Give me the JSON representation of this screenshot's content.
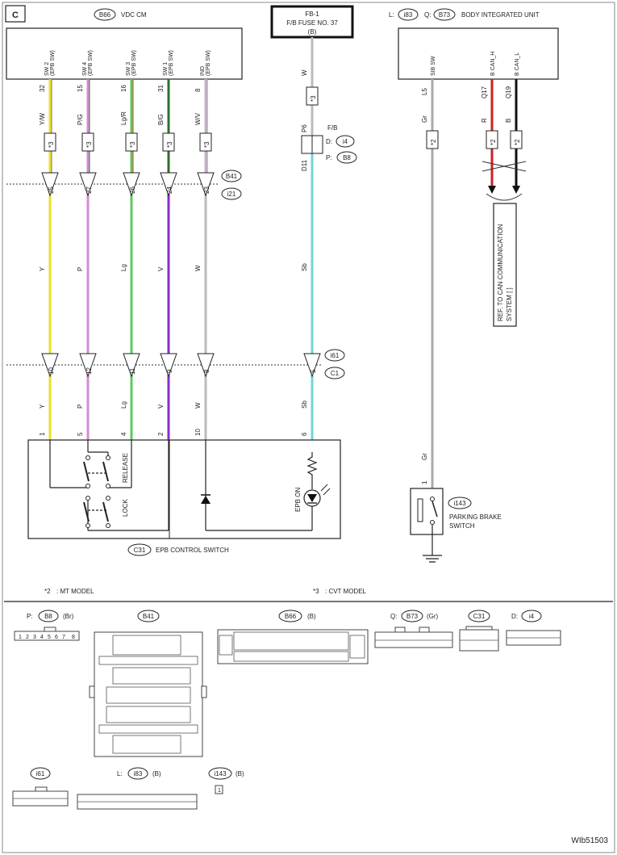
{
  "page": {
    "section_letter": "C",
    "drawing_id": "WIb51503"
  },
  "modules": {
    "vdc_cm": {
      "connector": "B66",
      "name": "VDC CM"
    },
    "fuse": {
      "line1": "FB-1",
      "line2": "F/B FUSE NO. 37",
      "line3": "(B)"
    },
    "biu": {
      "prefix_l": "L:",
      "conn_l": "i83",
      "prefix_q": "Q:",
      "conn_q": "B73",
      "name": "BODY INTEGRATED UNIT"
    },
    "epb_switch": {
      "connector": "C31",
      "name": "EPB CONTROL SWITCH",
      "release_label": "RELEASE",
      "lock_label": "LOCK",
      "epb_on_label": "EPB ON"
    },
    "parking_brake": {
      "connector": "i143",
      "name_line1": "PARKING BRAKE",
      "name_line2": "SWITCH"
    },
    "can_ref": {
      "line1": "REF. TO CAN COMMUNICATION",
      "line2": "SYSTEM [ ]"
    },
    "fb_block": {
      "label": "F/B",
      "d_prefix": "D:",
      "d_conn": "i4",
      "p_prefix": "P:",
      "p_conn": "B8"
    }
  },
  "junctions": {
    "top_upper": "B41",
    "top_lower": "i21",
    "bottom_upper": "i61",
    "bottom_lower": "C1"
  },
  "wires": [
    {
      "key": "w1",
      "color": "#e8e02a",
      "stripe": "#777777",
      "pin_name": "SW 2",
      "pin_sub": "(EPB SW)",
      "pin_no": "32",
      "top_code": "Y/W",
      "mark": "*3",
      "j_top": "25",
      "mid_code": "Y",
      "j_bot": "10",
      "bot_code": "Y",
      "sw_pin": "1"
    },
    {
      "key": "w2",
      "color": "#d38bd6",
      "stripe": "#3c7a3c",
      "pin_name": "SW 4",
      "pin_sub": "(EPB SW)",
      "pin_no": "15",
      "top_code": "P/G",
      "mark": "*3",
      "j_top": "27",
      "mid_code": "P",
      "j_bot": "12",
      "bot_code": "P",
      "sw_pin": "5"
    },
    {
      "key": "w3",
      "color": "#5ec85e",
      "stripe": "#d04a30",
      "pin_name": "SW 3",
      "pin_sub": "(EPB SW)",
      "pin_no": "16",
      "top_code": "Lg/R",
      "mark": "*3",
      "j_top": "26",
      "mid_code": "Lg",
      "j_bot": "11",
      "bot_code": "Lg",
      "sw_pin": "4"
    },
    {
      "key": "w4",
      "color": "#8a2ccf",
      "stripe": "#2f6d2f",
      "pin_name": "SW 1",
      "pin_sub": "(EPB SW)",
      "pin_no": "31",
      "top_code": "B/G",
      "mark": "*3",
      "j_top": "24",
      "mid_code": "V",
      "j_bot": "9",
      "bot_code": "V",
      "sw_pin": "2"
    },
    {
      "key": "w5",
      "color": "#bbbbbb",
      "stripe": "#c27ad0",
      "pin_name": "IND",
      "pin_sub": "(EPB SW)",
      "pin_no": "8",
      "top_code": "W/V",
      "mark": "*3",
      "j_top": "23",
      "mid_code": "W",
      "j_bot": "8",
      "bot_code": "W",
      "sw_pin": "10"
    },
    {
      "key": "w6",
      "color": "#6fd6d6",
      "fuse_code": "W",
      "mark": "*3",
      "top_pin": "P6",
      "bot_pin": "D11",
      "mid_code": "Sb",
      "j_bot": "5",
      "bot_code": "Sb",
      "sw_pin": "6"
    },
    {
      "key": "w7",
      "color": "#aaaaaa",
      "pin_name": "SIB SW",
      "pin_no": "L5",
      "top_code": "Gr",
      "mark": "*2",
      "mid_code": "Gr",
      "sw_pin": "1"
    },
    {
      "key": "w8",
      "color": "#cc2222",
      "pin_name": "B CAN_H",
      "pin_no": "Q17",
      "top_code": "R",
      "mark": "*2"
    },
    {
      "key": "w9",
      "color": "#111111",
      "pin_name": "B CAN_L",
      "pin_no": "Q19",
      "top_code": "B",
      "mark": "*2"
    }
  ],
  "notes": {
    "mt": ": MT MODEL",
    "mt_mark": "*2",
    "cvt": ": CVT MODEL",
    "cvt_mark": "*3"
  },
  "connector_views": [
    {
      "key": "b8",
      "prefix": "P:",
      "name": "B8",
      "suffix": "(Br)",
      "pins": [
        "1",
        "2",
        "3",
        "4",
        "5",
        "6",
        "7",
        "8"
      ]
    },
    {
      "key": "b41",
      "name": "B41"
    },
    {
      "key": "b66",
      "name": "B66",
      "suffix": "(B)"
    },
    {
      "key": "b73",
      "prefix": "Q:",
      "name": "B73",
      "suffix": "(Gr)"
    },
    {
      "key": "c31",
      "name": "C31"
    },
    {
      "key": "i4",
      "prefix": "D:",
      "name": "i4"
    },
    {
      "key": "i61",
      "name": "i61"
    },
    {
      "key": "i83",
      "prefix": "L:",
      "name": "i83",
      "suffix": "(B)"
    },
    {
      "key": "i143",
      "name": "i143",
      "suffix": "(B)"
    }
  ]
}
